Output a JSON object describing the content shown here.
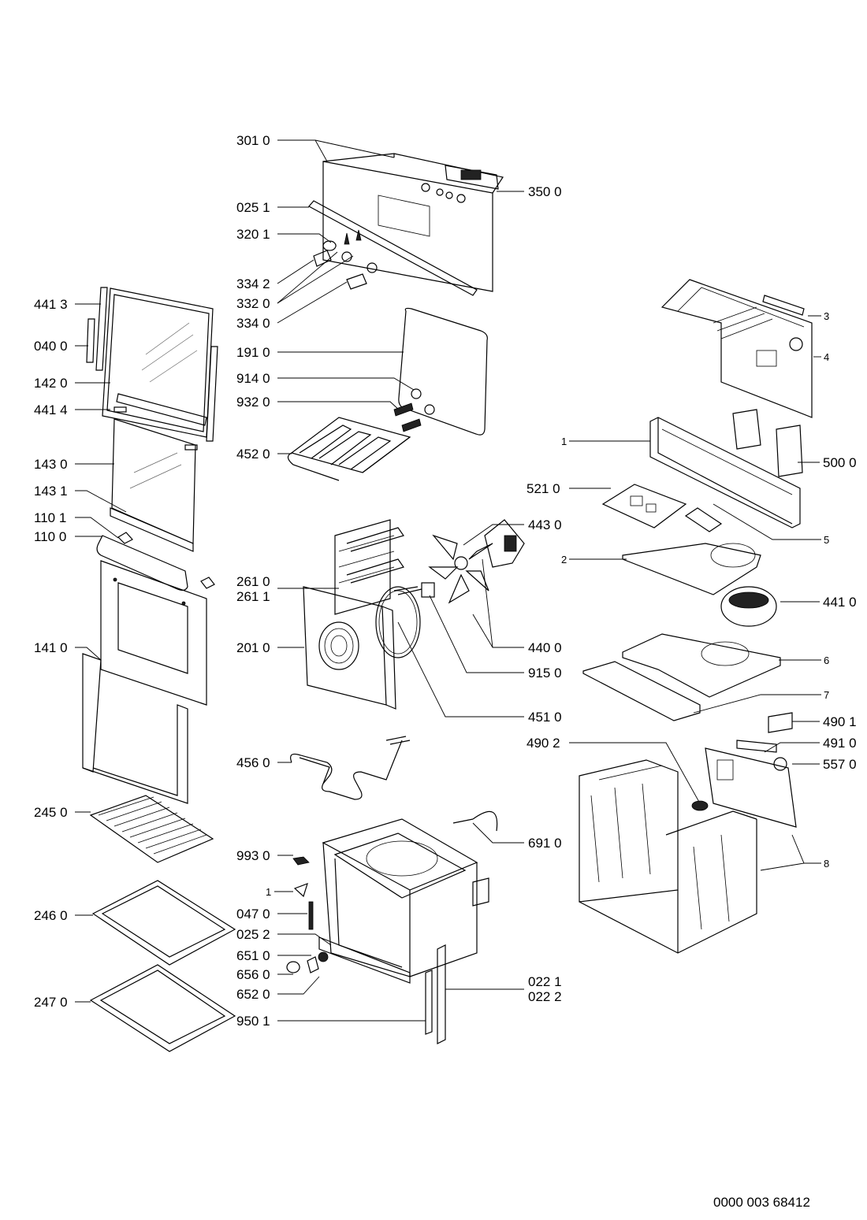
{
  "document_number": "0000 003 68412",
  "callouts": [
    {
      "id": "c3010",
      "text": "301 0"
    },
    {
      "id": "c3500",
      "text": "350 0"
    },
    {
      "id": "c0251",
      "text": "025 1"
    },
    {
      "id": "c3201",
      "text": "320 1"
    },
    {
      "id": "c3342",
      "text": "334 2"
    },
    {
      "id": "c3320",
      "text": "332 0"
    },
    {
      "id": "c3340",
      "text": "334 0"
    },
    {
      "id": "c1910",
      "text": "191 0"
    },
    {
      "id": "c9140",
      "text": "914 0"
    },
    {
      "id": "c9320",
      "text": "932 0"
    },
    {
      "id": "c4520",
      "text": "452 0"
    },
    {
      "id": "c4413",
      "text": "441 3"
    },
    {
      "id": "c0400",
      "text": "040 0"
    },
    {
      "id": "c1420",
      "text": "142 0"
    },
    {
      "id": "c4414",
      "text": "441 4"
    },
    {
      "id": "c1430",
      "text": "143 0"
    },
    {
      "id": "c1431",
      "text": "143 1"
    },
    {
      "id": "c1101",
      "text": "110 1"
    },
    {
      "id": "c1100",
      "text": "110 0"
    },
    {
      "id": "c1410",
      "text": "141 0"
    },
    {
      "id": "c2610",
      "text": "261 0"
    },
    {
      "id": "c2611",
      "text": "261 1"
    },
    {
      "id": "c2010",
      "text": "201 0"
    },
    {
      "id": "c4430",
      "text": "443 0"
    },
    {
      "id": "c4400",
      "text": "440 0"
    },
    {
      "id": "c9150",
      "text": "915 0"
    },
    {
      "id": "c4510",
      "text": "451 0"
    },
    {
      "id": "c4560",
      "text": "456 0"
    },
    {
      "id": "c2450",
      "text": "245 0"
    },
    {
      "id": "c2460",
      "text": "246 0"
    },
    {
      "id": "c2470",
      "text": "247 0"
    },
    {
      "id": "c9930",
      "text": "993 0"
    },
    {
      "id": "c1b",
      "text": "1"
    },
    {
      "id": "c0470",
      "text": "047 0"
    },
    {
      "id": "c0252",
      "text": "025 2"
    },
    {
      "id": "c6510",
      "text": "651 0"
    },
    {
      "id": "c6560",
      "text": "656 0"
    },
    {
      "id": "c6520",
      "text": "652 0"
    },
    {
      "id": "c9501",
      "text": "950 1"
    },
    {
      "id": "c0221",
      "text": "022 1"
    },
    {
      "id": "c0222",
      "text": "022 2"
    },
    {
      "id": "c6910",
      "text": "691 0"
    },
    {
      "id": "c3",
      "text": "3"
    },
    {
      "id": "c4",
      "text": "4"
    },
    {
      "id": "c1a",
      "text": "1"
    },
    {
      "id": "c5000",
      "text": "500 0"
    },
    {
      "id": "c5210",
      "text": "521 0"
    },
    {
      "id": "c5",
      "text": "5"
    },
    {
      "id": "c2",
      "text": "2"
    },
    {
      "id": "c4410",
      "text": "441 0"
    },
    {
      "id": "c6",
      "text": "6"
    },
    {
      "id": "c7",
      "text": "7"
    },
    {
      "id": "c4901",
      "text": "490 1"
    },
    {
      "id": "c4902",
      "text": "490 2"
    },
    {
      "id": "c4910",
      "text": "491 0"
    },
    {
      "id": "c5570",
      "text": "557 0"
    },
    {
      "id": "c8",
      "text": "8"
    }
  ]
}
